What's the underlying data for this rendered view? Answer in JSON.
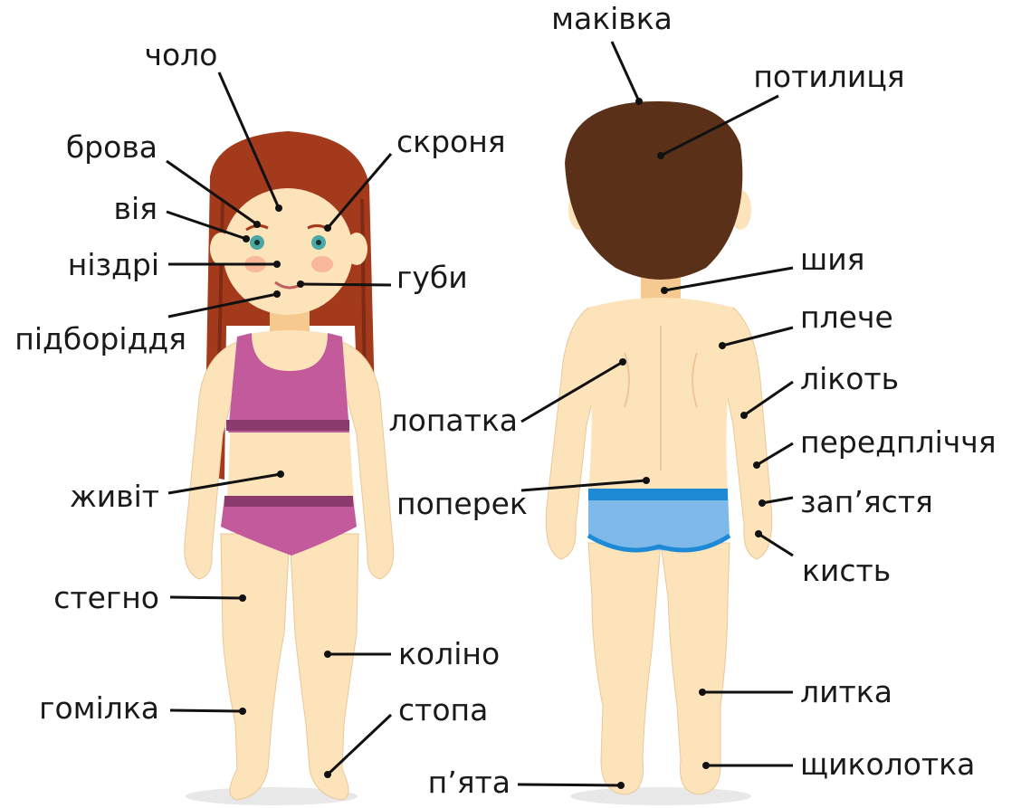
{
  "colors": {
    "skin": "#fde3ba",
    "skin_shade": "#f5c98f",
    "girl_hair": "#a43a1c",
    "girl_hair_shade": "#7e2a14",
    "boy_hair": "#5a3118",
    "top": "#c25a9c",
    "top_band": "#8a3a6c",
    "briefs": "#c25a9c",
    "boy_briefs": "#7fb9ea",
    "boy_waistband": "#1e8ad6",
    "cheek": "#f5a58c",
    "eye": "#4aa8a4",
    "shadow": "#e8e8e8"
  },
  "labels": {
    "girl": {
      "forehead": "чоло",
      "eyebrow": "брова",
      "eyelash": "вія",
      "nostrils": "ніздрі",
      "chin": "підборіддя",
      "temple": "скроня",
      "lips": "губи",
      "belly": "живіт",
      "thigh": "стегно",
      "knee": "коліно",
      "shin": "гомілка",
      "foot": "стопа"
    },
    "boy": {
      "crown": "маківка",
      "nape": "потилиця",
      "neck": "шия",
      "shoulder": "плече",
      "shoulder_blade": "лопатка",
      "elbow": "лікоть",
      "forearm": "передпліччя",
      "lower_back": "поперек",
      "wrist": "зап’ястя",
      "hand": "кисть",
      "calf": "литка",
      "ankle": "щиколотка",
      "heel": "п’ята"
    }
  }
}
